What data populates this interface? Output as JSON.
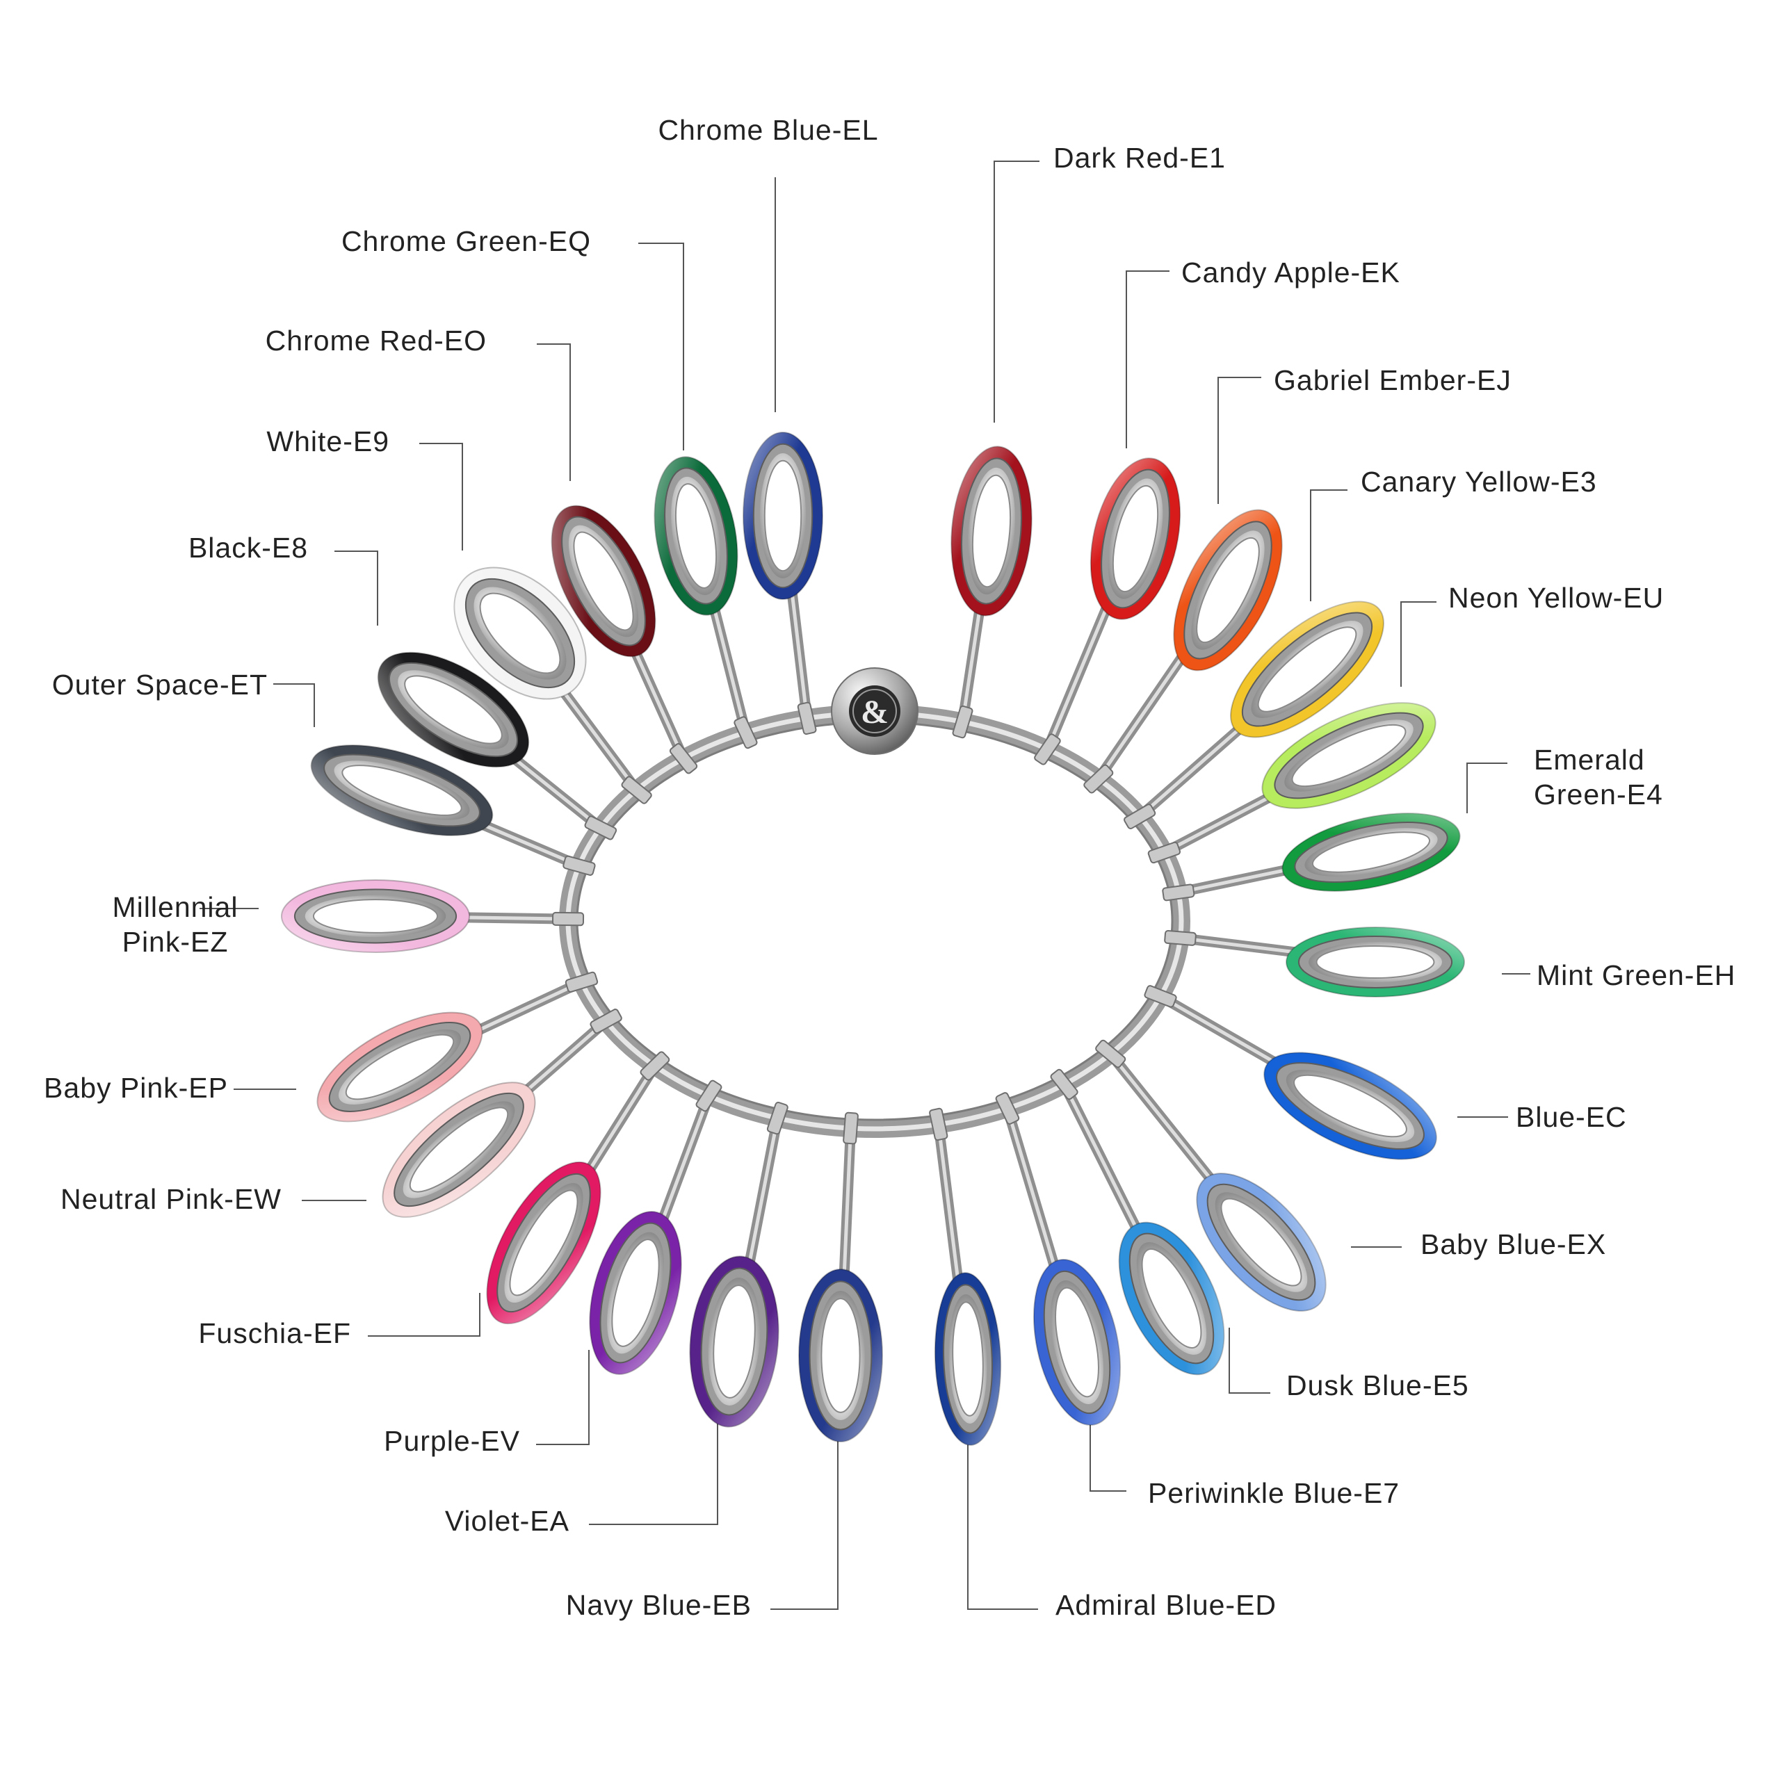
{
  "logo_mark": "&",
  "swatches": [
    {
      "id": "chrome-blue",
      "label": "Chrome Blue-EL",
      "color": "#1f3a93"
    },
    {
      "id": "chrome-green",
      "label": "Chrome Green-EQ",
      "color": "#0b6b3a"
    },
    {
      "id": "chrome-red",
      "label": "Chrome Red-EO",
      "color": "#6b0f17"
    },
    {
      "id": "white",
      "label": "White-E9",
      "color": "#f4f4f4"
    },
    {
      "id": "black",
      "label": "Black-E8",
      "color": "#1b1b1d"
    },
    {
      "id": "outer-space",
      "label": "Outer Space-ET",
      "color": "#3f4650"
    },
    {
      "id": "millennial-pink",
      "label": "Millennial\nPink-EZ",
      "color": "#f2b8de"
    },
    {
      "id": "baby-pink",
      "label": "Baby Pink-EP",
      "color": "#f3a9ae"
    },
    {
      "id": "neutral-pink",
      "label": "Neutral Pink-EW",
      "color": "#f6d2d3"
    },
    {
      "id": "fuschia",
      "label": "Fuschia-EF",
      "color": "#e21a63"
    },
    {
      "id": "purple",
      "label": "Purple-EV",
      "color": "#7a23a8"
    },
    {
      "id": "violet",
      "label": "Violet-EA",
      "color": "#57238a"
    },
    {
      "id": "navy-blue",
      "label": "Navy Blue-EB",
      "color": "#243a8c"
    },
    {
      "id": "admiral-blue",
      "label": "Admiral Blue-ED",
      "color": "#173d96"
    },
    {
      "id": "periwinkle-blue",
      "label": "Periwinkle Blue-E7",
      "color": "#3864d4"
    },
    {
      "id": "dusk-blue",
      "label": "Dusk Blue-E5",
      "color": "#2d91dc"
    },
    {
      "id": "baby-blue",
      "label": "Baby Blue-EX",
      "color": "#7aa4e6"
    },
    {
      "id": "blue",
      "label": "Blue-EC",
      "color": "#1461d8"
    },
    {
      "id": "mint-green",
      "label": "Mint Green-EH",
      "color": "#2cb675"
    },
    {
      "id": "emerald-green",
      "label": "Emerald\nGreen-E4",
      "color": "#129c3f"
    },
    {
      "id": "neon-yellow",
      "label": "Neon Yellow-EU",
      "color": "#b8ec5f"
    },
    {
      "id": "canary-yellow",
      "label": "Canary Yellow-E3",
      "color": "#f2c52a"
    },
    {
      "id": "gabriel-ember",
      "label": "Gabriel Ember-EJ",
      "color": "#ee5416"
    },
    {
      "id": "candy-apple",
      "label": "Candy Apple-EK",
      "color": "#d71b1b"
    },
    {
      "id": "dark-red",
      "label": "Dark Red-E1",
      "color": "#a3121d"
    }
  ]
}
